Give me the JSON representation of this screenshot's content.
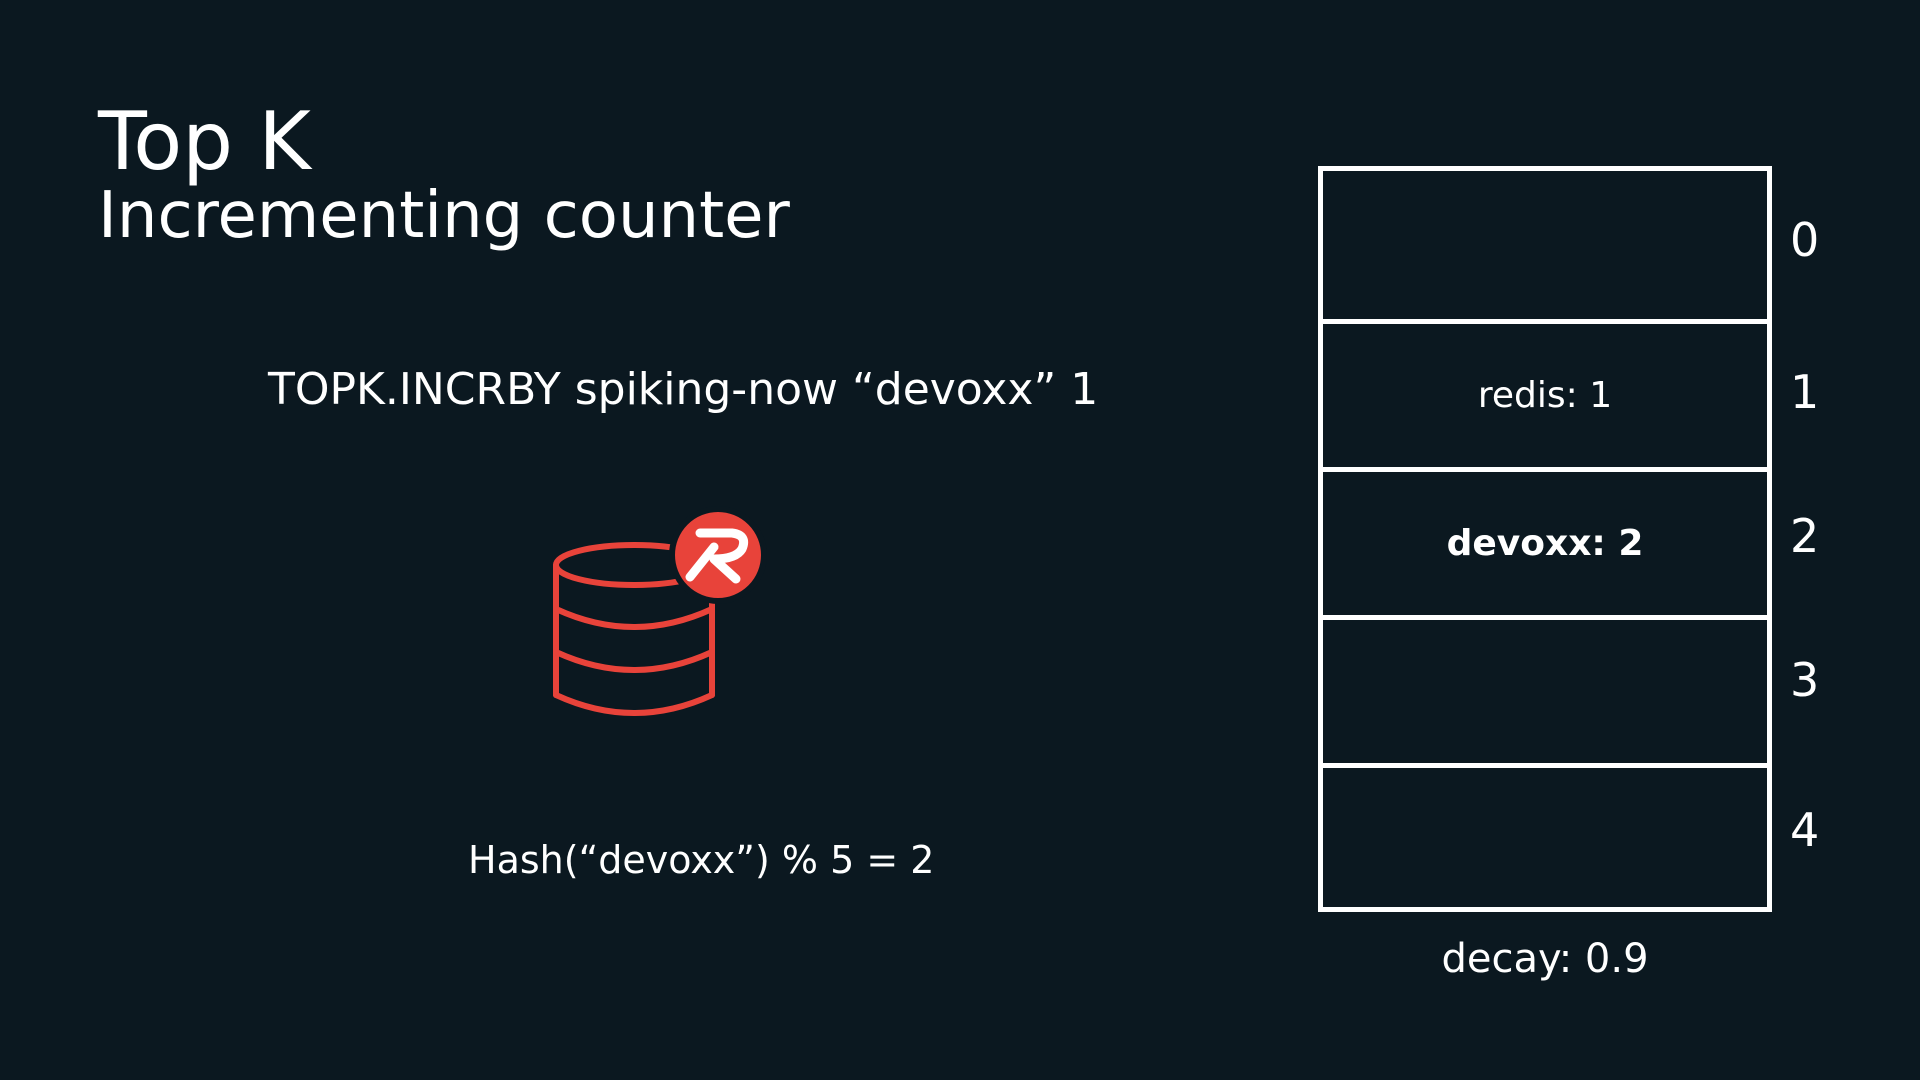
{
  "slide": {
    "title": "Top K",
    "subtitle": "Incrementing counter",
    "command": "TOPK.INCRBY spiking-now “devoxx” 1",
    "hash_expression": "Hash(“devoxx”) % 5 = 2",
    "decay_label": "decay: 0.9"
  },
  "colors": {
    "background": "#0b1820",
    "foreground": "#ffffff",
    "redis_red": "#e8433a"
  },
  "icons": {
    "database": "redis-database-icon"
  },
  "table": {
    "rows": [
      {
        "index": "0",
        "text": ""
      },
      {
        "index": "1",
        "text": "redis: 1"
      },
      {
        "index": "2",
        "text": "devoxx: 2"
      },
      {
        "index": "3",
        "text": ""
      },
      {
        "index": "4",
        "text": ""
      }
    ]
  }
}
